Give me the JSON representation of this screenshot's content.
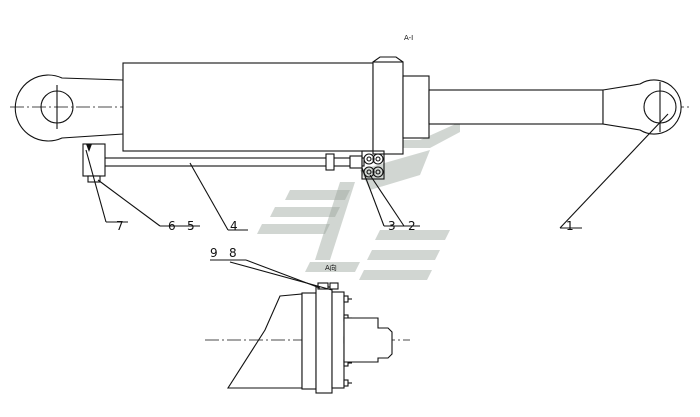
{
  "drawing": {
    "top_note": "A-I",
    "section_note": "A向",
    "part_labels": [
      "1",
      "2",
      "3",
      "4",
      "5",
      "6",
      "7",
      "8",
      "9"
    ],
    "watermark_color": "#9aa39c",
    "line_color": "#111111"
  }
}
